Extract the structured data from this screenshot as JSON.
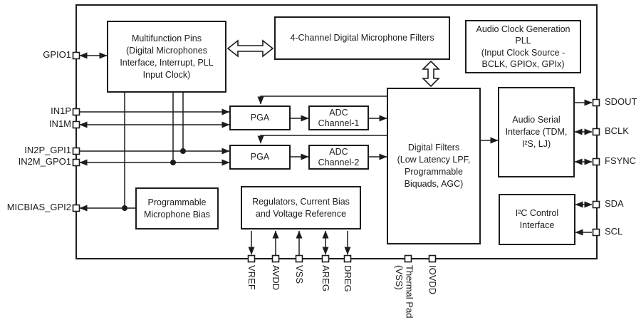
{
  "blocks": {
    "multifunction": "Multifunction Pins\n(Digital Microphones\nInterface, Interrupt, PLL\nInput Clock)",
    "mic_filters": "4-Channel Digital Microphone Filters",
    "pll": "Audio Clock Generation\nPLL\n(Input Clock Source -\nBCLK, GPIOx, GPIx)",
    "pga1": "PGA",
    "adc1": "ADC\nChannel-1",
    "pga2": "PGA",
    "adc2": "ADC\nChannel-2",
    "digital_filters": "Digital Filters\n(Low Latency LPF,\nProgrammable\nBiquads, AGC)",
    "audio_serial": "Audio Serial\nInterface (TDM,\nI²S, LJ)",
    "i2c": "I²C Control\nInterface",
    "mic_bias": "Programmable\nMicrophone Bias",
    "regulators": "Regulators, Current Bias\nand Voltage Reference"
  },
  "pins": {
    "left": [
      "GPIO1",
      "IN1P",
      "IN1M",
      "IN2P_GPI1",
      "IN2M_GPO1",
      "MICBIAS_GPI2"
    ],
    "right": [
      "SDOUT",
      "BCLK",
      "FSYNC",
      "SDA",
      "SCL"
    ],
    "bottom": [
      "VREF",
      "AVDD",
      "VSS",
      "AREG",
      "DREG",
      "Thermal Pad\n(VSS)",
      "IOVDD"
    ]
  },
  "colors": {
    "line": "#1c1c1c",
    "background": "#ffffff"
  }
}
